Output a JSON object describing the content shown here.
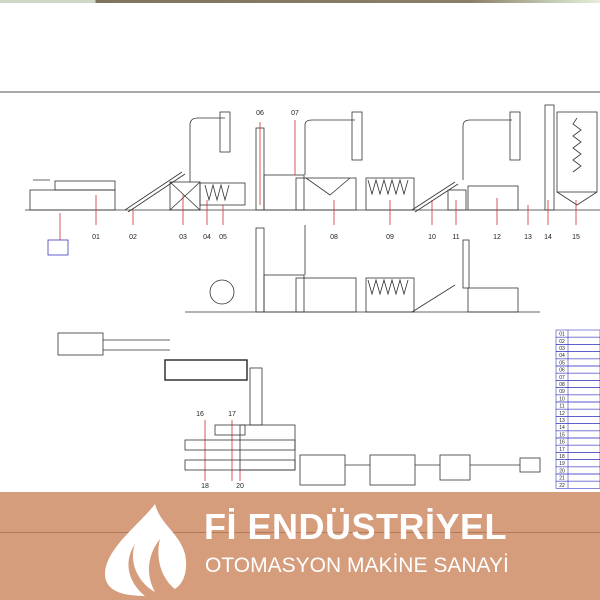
{
  "drawing": {
    "station_labels_row1": [
      "01",
      "02",
      "03",
      "04",
      "05",
      "08",
      "09",
      "10",
      "11",
      "12",
      "13",
      "14",
      "15"
    ],
    "station_labels_top": [
      "06",
      "07"
    ],
    "station_labels_lower": [
      "16",
      "17",
      "18",
      "20"
    ],
    "legend_table_numbers": [
      "01",
      "02",
      "03",
      "04",
      "05",
      "06",
      "07",
      "08",
      "09",
      "10",
      "11",
      "12",
      "13",
      "14",
      "15",
      "16",
      "17",
      "18",
      "19",
      "20",
      "21",
      "22"
    ]
  },
  "brand": {
    "name": "Fİ ENDÜSTRİYEL",
    "tagline": "OTOMASYON MAKİNE SANAYİ"
  },
  "colors": {
    "banner": "#d49a78",
    "leader": "#d03030",
    "note": "#22bb22",
    "table": "#3a3ac0"
  }
}
